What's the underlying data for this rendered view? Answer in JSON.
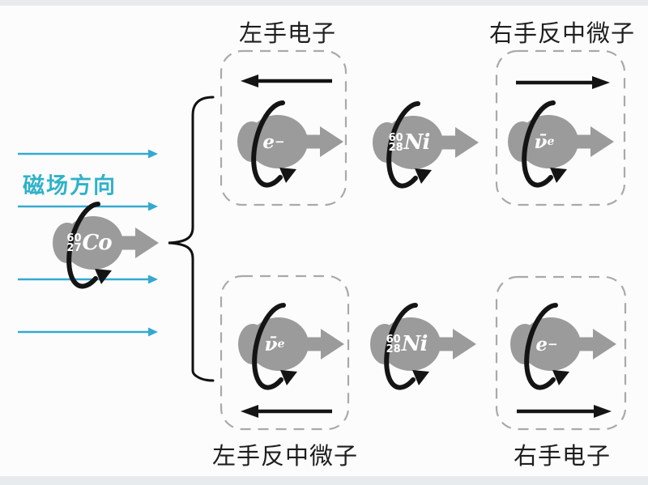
{
  "magnetic_field": {
    "label": "磁场方向",
    "direction": "right",
    "arrow_count": 4
  },
  "source": {
    "nuclide": {
      "mass_number": "60",
      "atomic_number": "27",
      "symbol": "Co"
    }
  },
  "daughter": {
    "nuclide": {
      "mass_number": "60",
      "atomic_number": "28",
      "symbol": "Ni"
    }
  },
  "particles": {
    "electron": {
      "symbol": "e",
      "superscript": "−"
    },
    "antineutrino": {
      "symbol": "ν̄",
      "subscript": "e"
    }
  },
  "boxes": {
    "top_left": {
      "title": "左手电子"
    },
    "top_right": {
      "title": "右手反中微子"
    },
    "bottom_left": {
      "title": "左手反中微子"
    },
    "bottom_right": {
      "title": "右手电子"
    }
  },
  "colors": {
    "field_arrow": "#34a9cf",
    "field_label": "#2fb2c8",
    "particle_gray": "#9b9b9b",
    "ink_black": "#141414",
    "dash_border": "#a9a9a9",
    "background": "#fcfcfd",
    "edge_band": "#e8ebee"
  }
}
